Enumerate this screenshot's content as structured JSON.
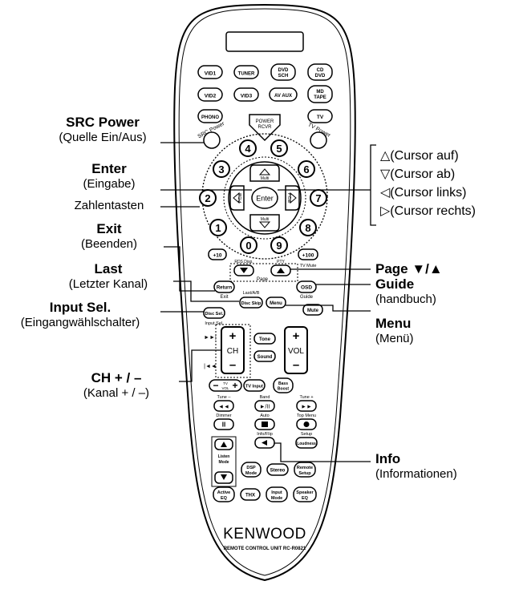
{
  "remote": {
    "brand": "KENWOOD",
    "model_line": "REMOTE CONTROL UNIT RC-R0821",
    "buttons": {
      "vid1": "VID1",
      "tuner": "TUNER",
      "dvd_sch": [
        "DVD",
        "SCH"
      ],
      "cd_dvd": [
        "CD",
        "DVD"
      ],
      "vid2": "VID2",
      "vid3": "VID3",
      "av_aux": "AV AUX",
      "md_tape": [
        "MD",
        "TAPE"
      ],
      "phono": "PHONO",
      "tv": "TV",
      "power_rcvr": [
        "POWER",
        "RCVR"
      ],
      "src_power": "SRC Power",
      "tv_power": "TV Power",
      "n0": "0",
      "n1": "1",
      "n2": "2",
      "n3": "3",
      "n4": "4",
      "n5": "5",
      "n6": "6",
      "n7": "7",
      "n8": "8",
      "n9": "9",
      "plus10": "+10",
      "plus100": "+100",
      "enter": "Enter",
      "multi_up": "Multi",
      "multi_down": "Multi",
      "p_call_left": "P.Call",
      "p_call_right": "P.Call",
      "rds_disp": "RDS Disp.",
      "pty": "PTY",
      "page": "Page",
      "tv_mute": "TV Mute",
      "return": "Return",
      "exit": "Exit",
      "last_ab": "Last/A/B",
      "disc_skip": "Disc Skip",
      "osd": "OSD",
      "guide": "Guide",
      "disc_sel": "Disc Sel.",
      "input_sel": "Input Sel.",
      "menu": "Menu",
      "mute": "Mute",
      "ch_plus": "+",
      "ch": "CH",
      "ch_minus": "–",
      "vol_plus": "+",
      "vol": "VOL",
      "vol_minus": "–",
      "tone": "Tone",
      "sound": "Sound",
      "tv_vol": [
        "TV",
        "VOL"
      ],
      "tv_input": "TV Input",
      "bass_boost": [
        "Bass",
        "Boost"
      ],
      "tune_minus": "Tune –",
      "band": "Band",
      "tune_plus": "Tune +",
      "dimmer": "Dimmer",
      "auto": "Auto",
      "top_menu": "Top Menu",
      "info_flip": "Info/Flip",
      "setup": "Setup",
      "loudness": "Loudness",
      "listen_mode": [
        "Listen",
        "Mode"
      ],
      "dsp_mode": [
        "DSP",
        "Mode"
      ],
      "stereo": "Stereo",
      "remote_setup": [
        "Remote",
        "Setup"
      ],
      "active_eq": [
        "Active",
        "EQ"
      ],
      "thx": "THX",
      "input_mode": [
        "Input",
        "Mode"
      ],
      "speaker_eq": [
        "Speaker",
        "EQ"
      ]
    }
  },
  "labels_left": {
    "src_power": {
      "title": "SRC Power",
      "sub": "(Quelle Ein/Aus)"
    },
    "enter": {
      "title": "Enter",
      "sub": "(Eingabe)"
    },
    "numbers": {
      "title": "",
      "sub": "Zahlentasten"
    },
    "exit": {
      "title": "Exit",
      "sub": "(Beenden)"
    },
    "last": {
      "title": "Last",
      "sub": "(Letzter Kanal)"
    },
    "input_sel": {
      "title": "Input Sel.",
      "sub": "(Eingangwählschalter)"
    },
    "ch": {
      "title": "CH + / –",
      "sub": "(Kanal  + / –)"
    }
  },
  "labels_right": {
    "cursor": [
      "△(Cursor auf)",
      "▽(Cursor ab)",
      "◁(Cursor links)",
      "▷(Cursor rechts)"
    ],
    "page": {
      "title": "Page ▼/▲"
    },
    "guide": {
      "title": "Guide",
      "sub": "(handbuch)"
    },
    "menu": {
      "title": "Menu",
      "sub": "(Menü)"
    },
    "info": {
      "title": "Info",
      "sub": "(Informationen)"
    }
  }
}
